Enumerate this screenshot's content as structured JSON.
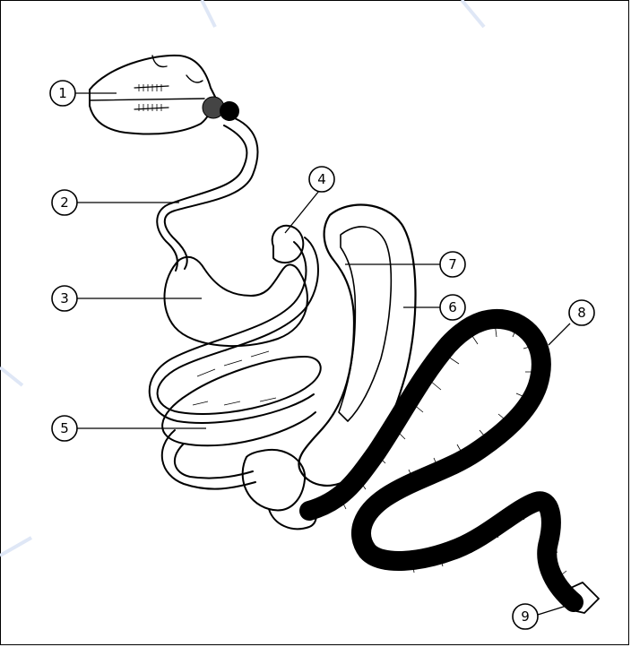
{
  "figure": {
    "labels": [
      "1",
      "2",
      "3",
      "4",
      "5",
      "6",
      "7",
      "8",
      "9"
    ]
  },
  "colors": {
    "ink": "#000000",
    "paper": "#ffffff",
    "watermark": "#dfe7f6"
  }
}
